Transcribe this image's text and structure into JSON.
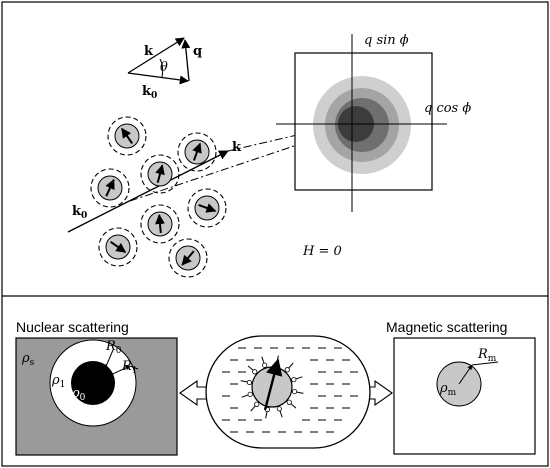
{
  "top": {
    "vector_k": "k",
    "vector_q": "q",
    "vector_k0": "k",
    "vector_k0_sub": "0",
    "angle_theta": "θ",
    "beam_k": "k",
    "beam_k0": "k",
    "beam_k0_sub": "0",
    "axis_vertical": "q sin ϕ",
    "axis_horizontal": "q cos ϕ",
    "field_label": "H = 0"
  },
  "bottom": {
    "nuclear": {
      "title": "Nuclear scattering",
      "rho_s": "ρ",
      "rho_s_sub": "s",
      "rho_1": "ρ",
      "rho_1_sub": "1",
      "rho_0": "ρ",
      "rho_0_sub": "0",
      "R_0": "R",
      "R_0_sub": "0",
      "R_1": "R",
      "R_1_sub": "1"
    },
    "magnetic": {
      "title": "Magnetic scattering",
      "R_m": "R",
      "R_m_sub": "m",
      "rho_m": "ρ",
      "rho_m_sub": "m"
    }
  },
  "colors": {
    "line": "#000000",
    "particle_fill": "#c8c8c8",
    "nuclear_bg": "#9a9a9a",
    "ring_outer": "#cfcfcf",
    "ring_mid": "#a4a4a4",
    "ring_inner": "#6f6f6f",
    "ring_core": "#3c3c3c",
    "magnetic_particle": "#c8c8c8"
  }
}
